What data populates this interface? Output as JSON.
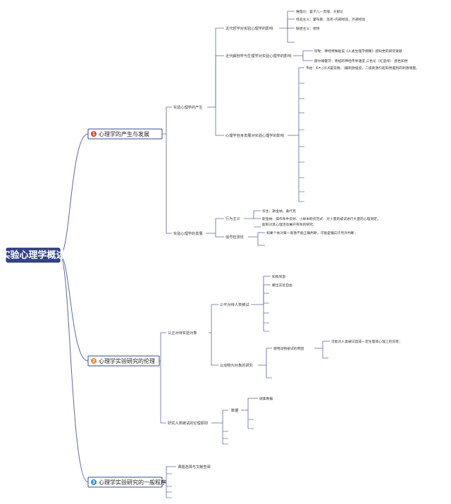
{
  "colors": {
    "line": "#5a6a9c",
    "root_fill": "#33428a",
    "badge_red": "#d9472b",
    "badge_orange": "#e8861f",
    "badge_blue": "#2b8fd6"
  },
  "root": {
    "label": "实验心理学概述"
  },
  "branches": [
    {
      "badge": "1",
      "label": "心理学的产生与发展",
      "children": {
        "birth": {
          "label": "实验心理学的产生",
          "modern_philosophy": {
            "label": "近代哲学对实验心理学的影响",
            "items": [
              "唯理论：笛卡儿—灵魂、天赋论",
              "经验主义：霍布斯、洛克–内部经验、外部经验",
              "联想主义：哈特"
            ]
          },
          "physiology": {
            "label": "近代解剖学与生理学对实验心理学的影响",
            "items": [
              "缪勒：神经特殊能说《人类生理学纲要》感知觉的研究贡献",
              "赫尔姆霍茨：青蛙的神经传导速度 三色论（红蓝绿） 感色知觉"
            ]
          },
          "self_dev": {
            "label": "心理学自身发展对实验心理学的影响",
            "items": [
              "韦伯：K=△I/I,K是常数。(最刺激强度，二级刺激引起知觉差别的刺激增量。"
            ]
          }
        },
        "development": {
          "label": "实验心理学的发展",
          "behaviorism": {
            "label": "行为主义",
            "items": [
              "华生、斯金纳、桑代克",
              "斯金纳：操作条件反射、小样本研究范式：对少量的被试进行大量的心理测定。",
              "能够对其心理活动展开有效的研究。"
            ]
          },
          "info_processing": {
            "label": "信号检测论",
            "items": [
              "如果个体对某一刺激不能正确判断，可能是偏向于另外判断；"
            ]
          }
        }
      }
    },
    {
      "badge": "2",
      "label": "心理学实验研究的伦理",
      "children": {
        "fair": {
          "label": "公正对待实验对象",
          "human": {
            "label": "公平对待人类被试",
            "items": [
              "知情同意",
              "撤出实验自由"
            ]
          },
          "animal": {
            "label": "以动物为对象的研究",
            "reason": {
              "label": "使用动物被试的原因",
              "items": [
                "可能对人类被试造成一定生理或心理上的伤害；"
              ]
            }
          }
        },
        "research_ethics": {
          "label": "研究人类被试的伦理原则",
          "data": {
            "label": "数据",
            "items": [
              "收集数据"
            ]
          }
        }
      }
    },
    {
      "badge": "3",
      "label": "心理学实验研究的一般程序",
      "children": {
        "topic": {
          "label": "课题选择与文献查阅"
        }
      }
    }
  ]
}
